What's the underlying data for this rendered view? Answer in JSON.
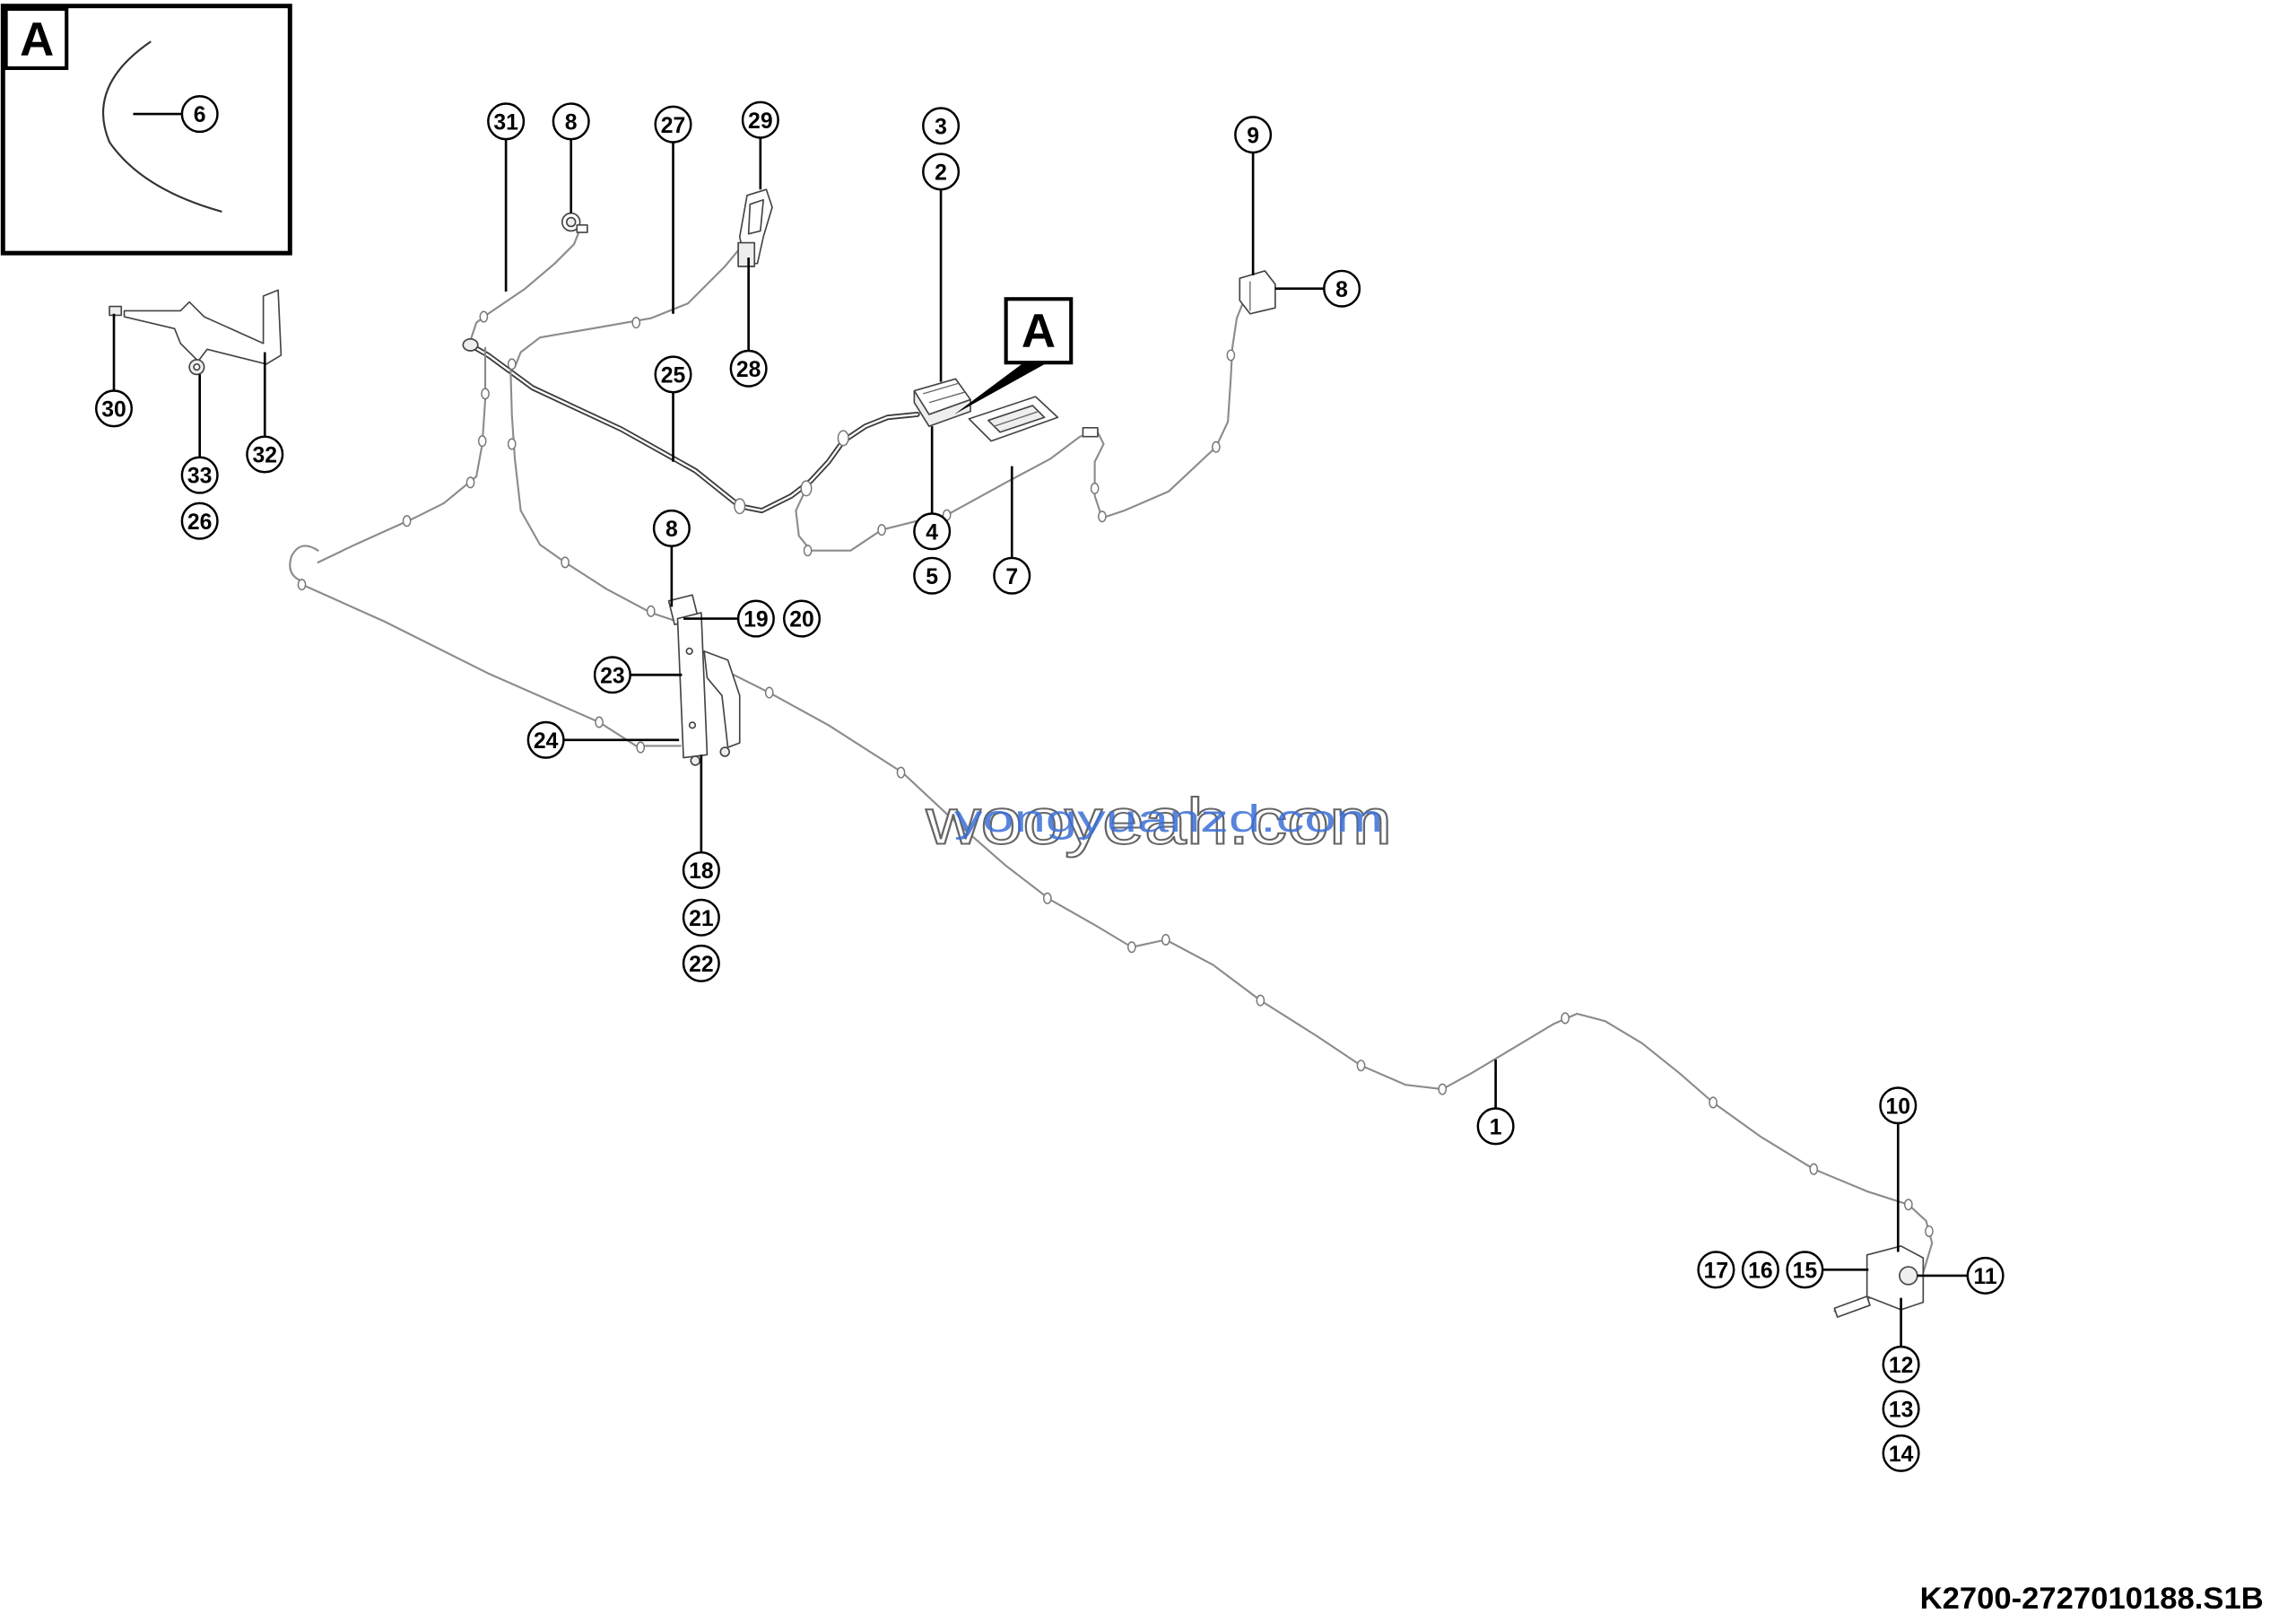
{
  "diagram": {
    "detail_label": "A",
    "detail_callout": "A",
    "inset_callout": "6",
    "callouts": [
      "31",
      "8",
      "27",
      "29",
      "3",
      "2",
      "9",
      "8",
      "28",
      "25",
      "30",
      "33",
      "32",
      "26",
      "4",
      "5",
      "7",
      "8",
      "19",
      "20",
      "23",
      "24",
      "18",
      "21",
      "22",
      "1",
      "10",
      "17",
      "16",
      "15",
      "11",
      "12",
      "13",
      "14"
    ],
    "drawing_code": "K2700-2727010188.S1B",
    "watermark": [
      "wooyeah.com",
      "yongyuanzd.com"
    ]
  },
  "colors": {
    "ink": "#000000",
    "wire": "#8c8c8c",
    "harness": "#3c3c3c",
    "watermark_gray": "#666666",
    "watermark_blue": "#3b6fd6"
  }
}
